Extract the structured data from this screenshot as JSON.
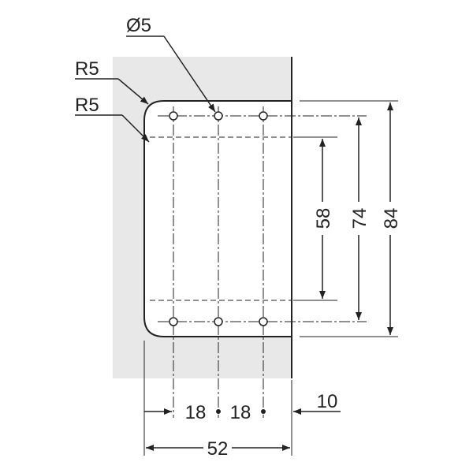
{
  "colors": {
    "background": "#ffffff",
    "panel": "#e8e8e8",
    "line": "#222222"
  },
  "labels": {
    "hole_diameter": "Ø5",
    "outer_radius": "R5",
    "inner_radius": "R5",
    "hole_pitch_a": "18",
    "hole_pitch_b": "18",
    "edge_offset": "10",
    "total_width": "52",
    "inner_height": "58",
    "hole_spacing_vertical": "74",
    "total_height": "84"
  }
}
